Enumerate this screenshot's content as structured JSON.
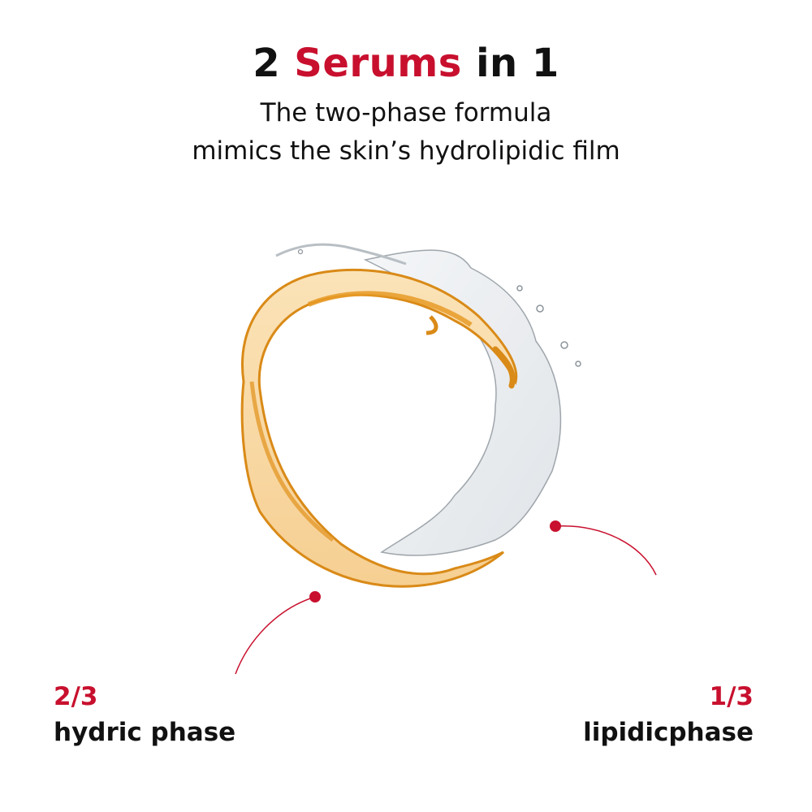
{
  "header": {
    "title_prefix": "2 ",
    "title_accent": "Serums",
    "title_suffix": " in 1",
    "subtitle_line1": "The two-phase formula",
    "subtitle_line2": "mimics the skin’s hydrolipidic film"
  },
  "labels": {
    "left": {
      "fraction": "2/3",
      "name": "hydric phase"
    },
    "right": {
      "fraction": "1/3",
      "name": "lipidicphase"
    }
  },
  "colors": {
    "accent": "#c8102e",
    "text": "#111111",
    "oil": "#e8a23a",
    "water": "#d8dde2"
  }
}
